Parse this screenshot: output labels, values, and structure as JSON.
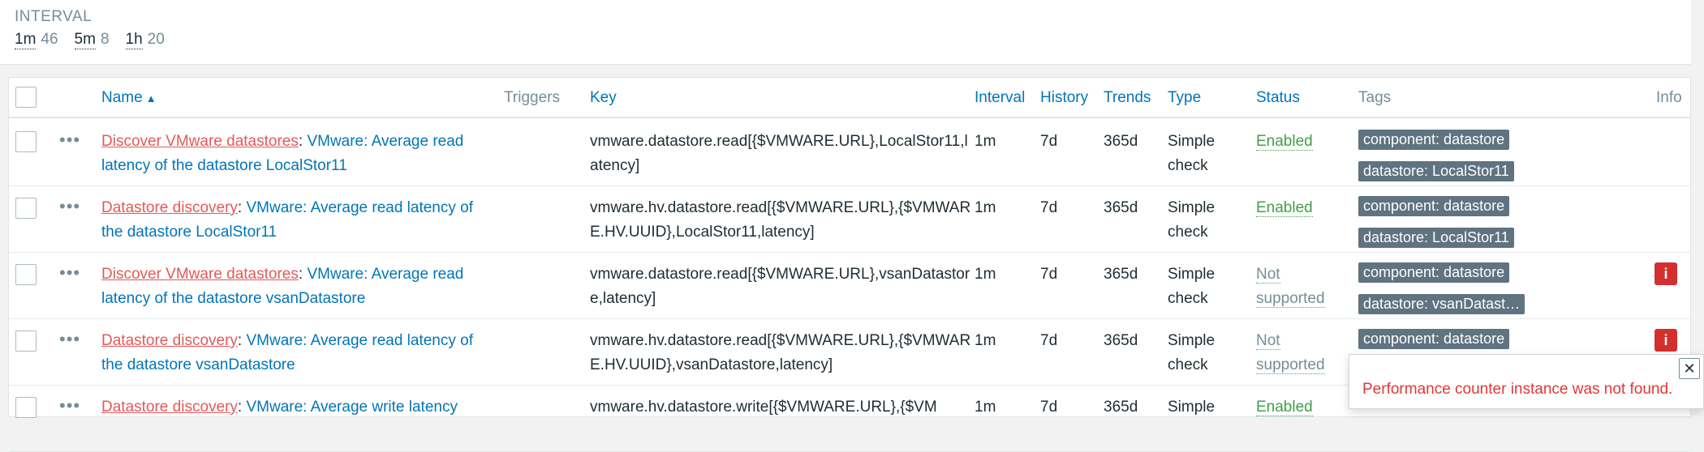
{
  "filter": {
    "title": "INTERVAL",
    "intervals": [
      {
        "label": "1m",
        "count": "46"
      },
      {
        "label": "5m",
        "count": "8"
      },
      {
        "label": "1h",
        "count": "20"
      }
    ]
  },
  "table": {
    "headers": {
      "name": "Name",
      "sort_indicator": "▲",
      "triggers": "Triggers",
      "key": "Key",
      "interval": "Interval",
      "history": "History",
      "trends": "Trends",
      "type": "Type",
      "status": "Status",
      "tags": "Tags",
      "info": "Info"
    },
    "row_menu_glyph": "•••",
    "rows": [
      {
        "rule": "Discover VMware datastores",
        "name": "VMware: Average read latency of the datastore LocalStor11",
        "key": "vmware.datastore.read[{$VMWARE.URL},LocalStor11,latency]",
        "interval": "1m",
        "history": "7d",
        "trends": "365d",
        "type": "Simple check",
        "status": "Enabled",
        "tags": [
          "component: datastore",
          "datastore: LocalStor11"
        ],
        "info": ""
      },
      {
        "rule": "Datastore discovery",
        "name": "VMware: Average read latency of the datastore LocalStor11",
        "key": "vmware.hv.datastore.read[{$VMWARE.URL},{$VMWARE.HV.UUID},LocalStor11,latency]",
        "interval": "1m",
        "history": "7d",
        "trends": "365d",
        "type": "Simple check",
        "status": "Enabled",
        "tags": [
          "component: datastore",
          "datastore: LocalStor11"
        ],
        "info": ""
      },
      {
        "rule": "Discover VMware datastores",
        "name": "VMware: Average read latency of the datastore vsanDatastore",
        "key": "vmware.datastore.read[{$VMWARE.URL},vsanDatastore,latency]",
        "interval": "1m",
        "history": "7d",
        "trends": "365d",
        "type": "Simple check",
        "status": "Not supported",
        "tags": [
          "component: datastore",
          "datastore: vsanDatast…"
        ],
        "info": "i"
      },
      {
        "rule": "Datastore discovery",
        "name": "VMware: Average read latency of the datastore vsanDatastore",
        "key": "vmware.hv.datastore.read[{$VMWARE.URL},{$VMWARE.HV.UUID},vsanDatastore,latency]",
        "interval": "1m",
        "history": "7d",
        "trends": "365d",
        "type": "Simple check",
        "status": "Not supported",
        "tags": [
          "component: datastore"
        ],
        "info": "i"
      },
      {
        "rule": "Datastore discovery",
        "name": "VMware: Average write latency",
        "key": "vmware.hv.datastore.write[{$VMWARE.URL},{$VM",
        "interval": "1m",
        "history": "7d",
        "trends": "365d",
        "type": "Simple",
        "status": "Enabled",
        "tags": [],
        "info": ""
      }
    ]
  },
  "hint": {
    "close_glyph": "✕",
    "message": "Performance counter instance was not found."
  },
  "colors": {
    "link": "#0275b8",
    "discovery_rule": "#e45959",
    "enabled": "#429e47",
    "error": "#d32f2f",
    "tag_bg": "#5f7380"
  }
}
